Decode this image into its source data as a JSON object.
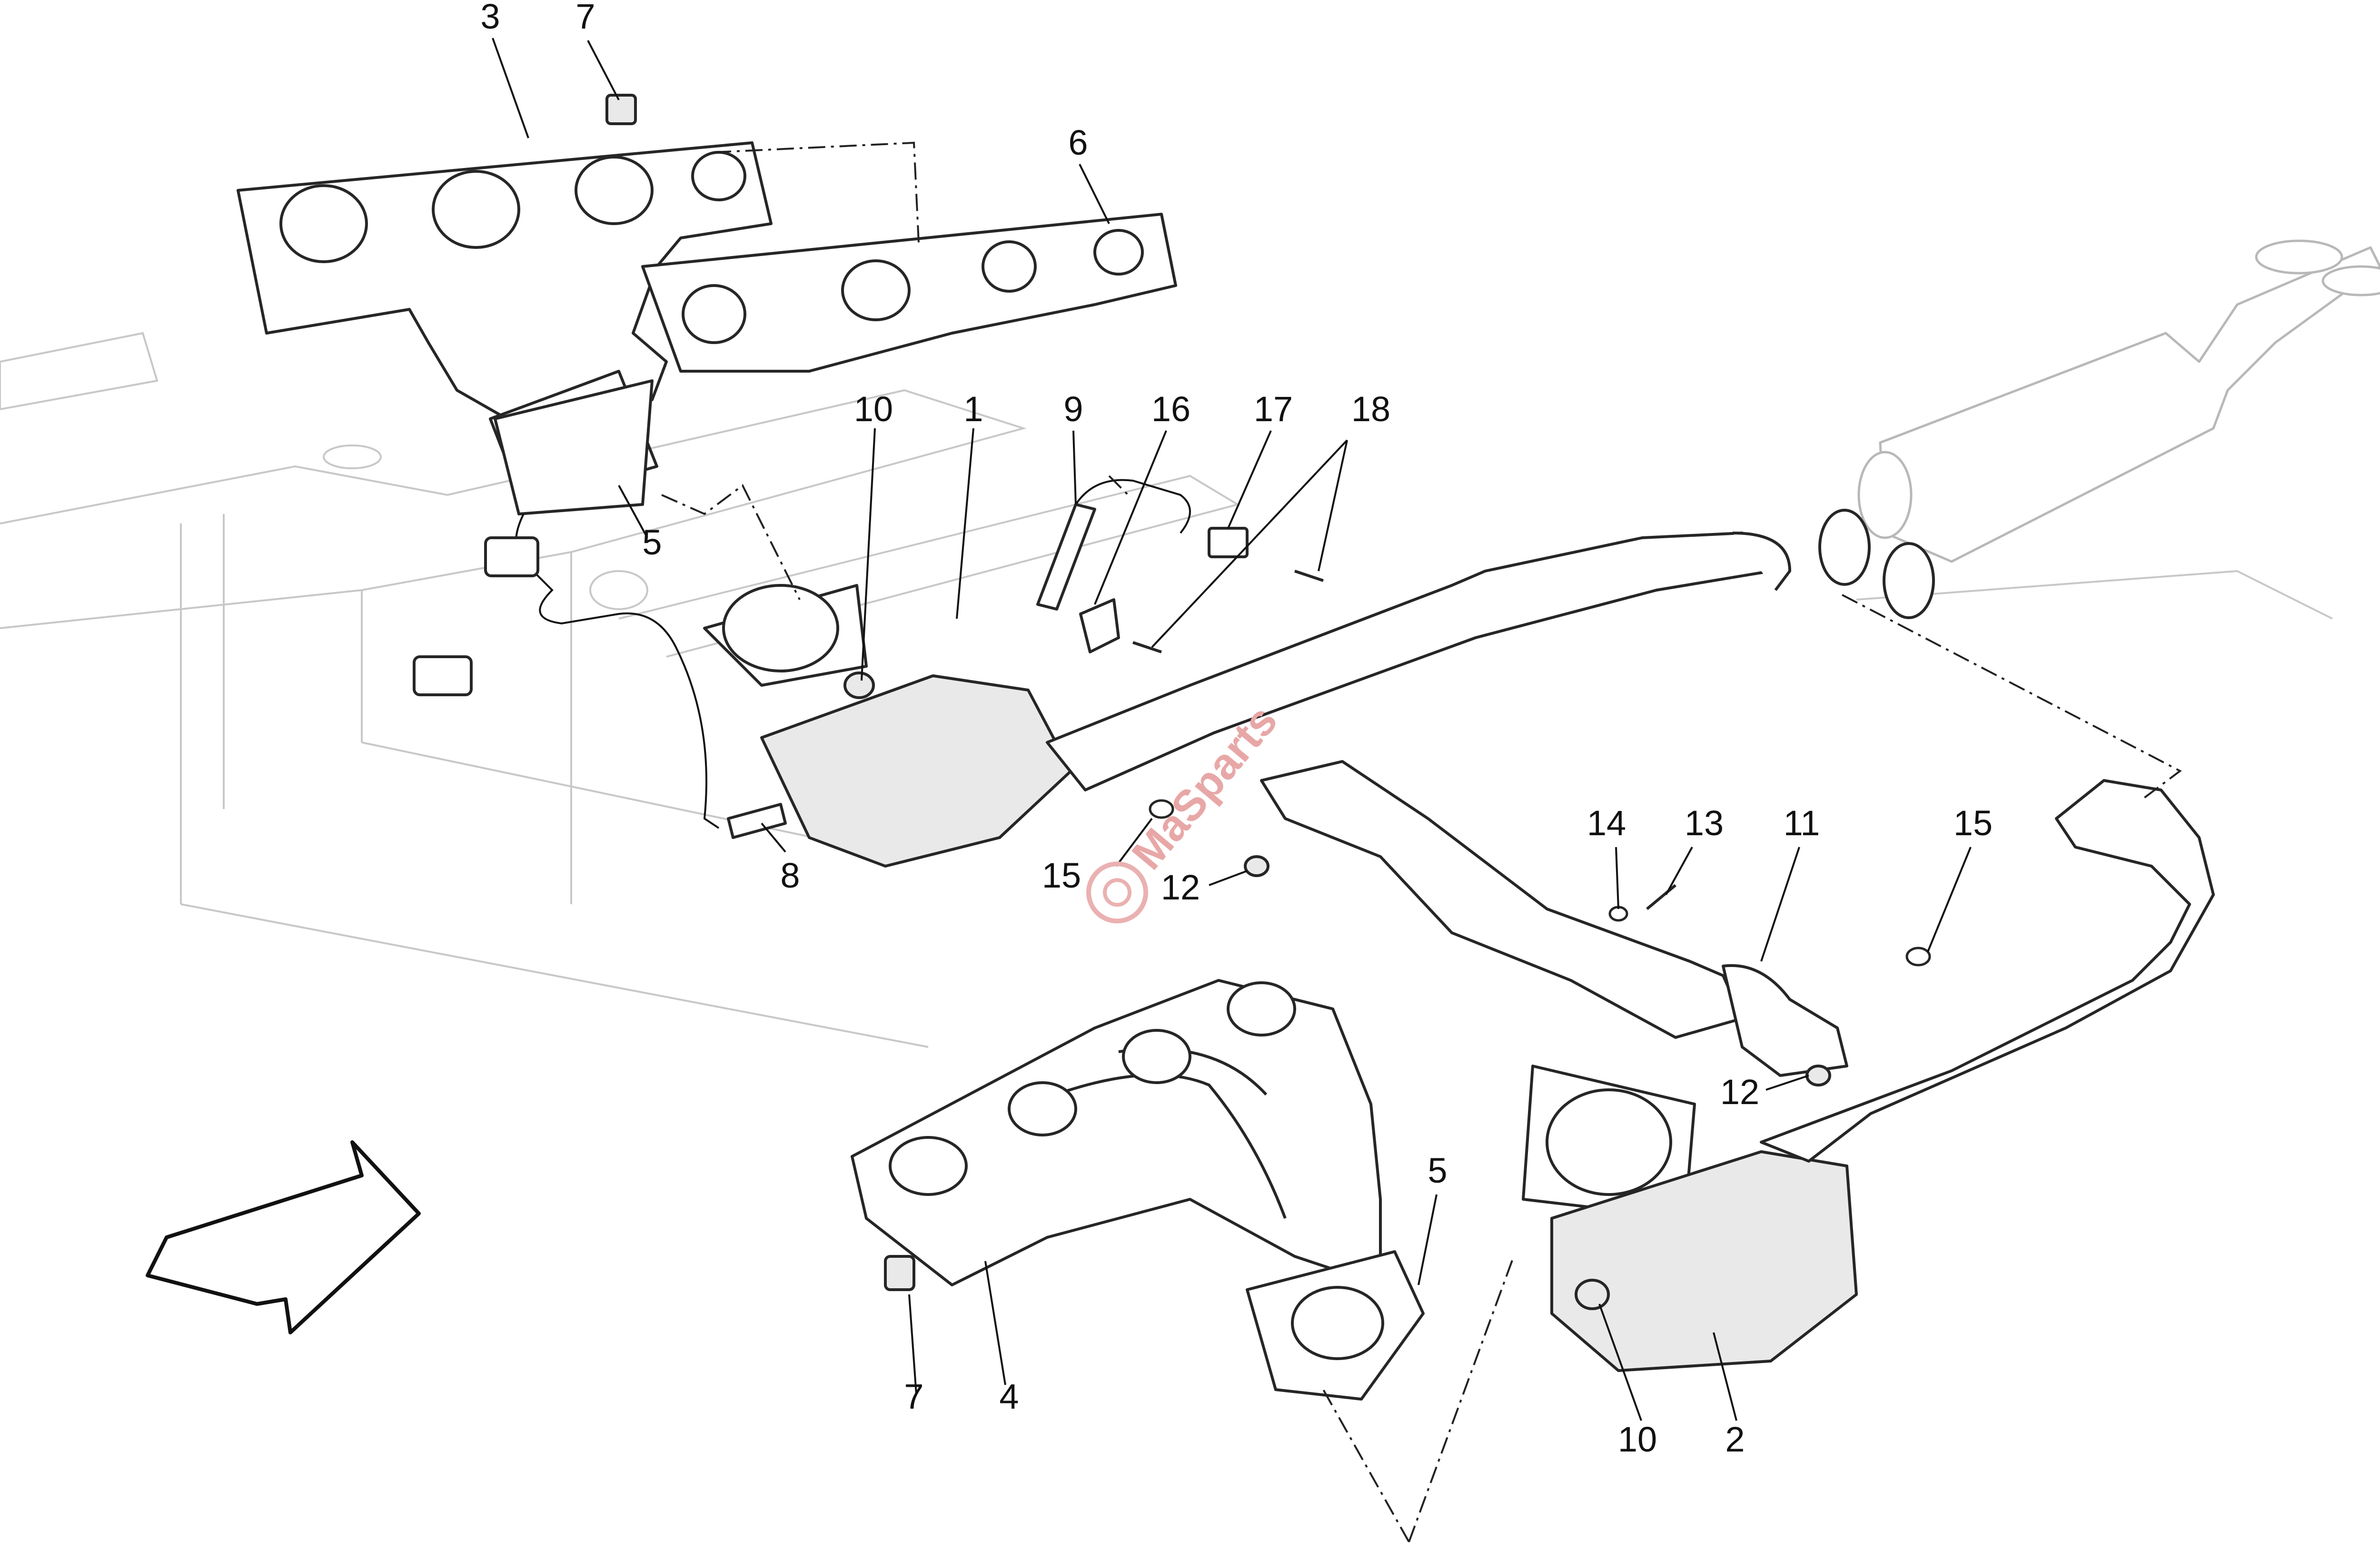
{
  "callouts": {
    "c1": "1",
    "c2": "2",
    "c3": "3",
    "c4": "4",
    "c5_upper": "5",
    "c5_lower": "5",
    "c6": "6",
    "c7_upper": "7",
    "c7_lower": "7",
    "c8": "8",
    "c9": "9",
    "c10_upper": "10",
    "c10_lower": "10",
    "c11": "11",
    "c12_left": "12",
    "c12_right": "12",
    "c13": "13",
    "c14": "14",
    "c15_left": "15",
    "c15_right": "15",
    "c16": "16",
    "c17": "17",
    "c18": "18"
  },
  "watermark": {
    "text": "MaSparts"
  },
  "colors": {
    "line": "#262626",
    "frame": "#c8c8c8",
    "watermark": "#e8a7a7"
  }
}
